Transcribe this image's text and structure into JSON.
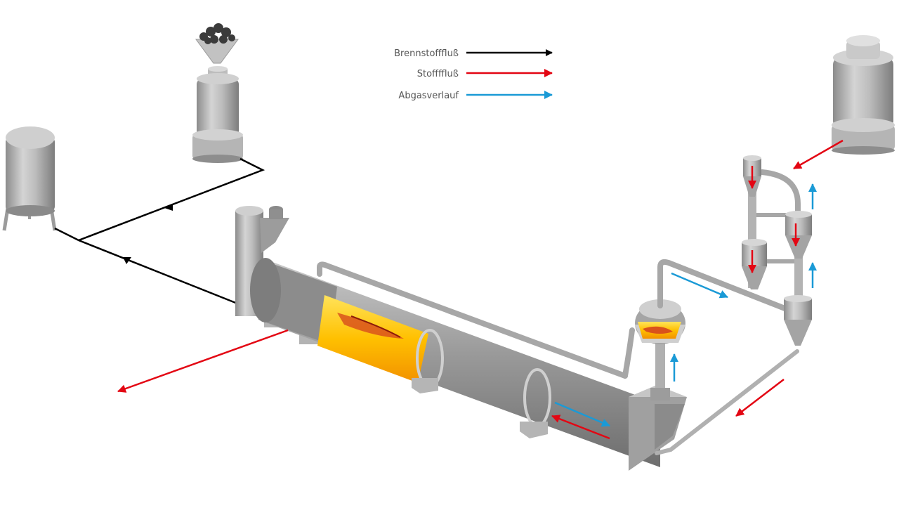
{
  "legend": {
    "items": [
      {
        "label": "Brennstofffluß",
        "color": "#000000"
      },
      {
        "label": "Stoffffluß",
        "color": "#e30613"
      },
      {
        "label": "Abgasverlauf",
        "color": "#1a9ad6"
      }
    ]
  },
  "colors": {
    "equipment_gray": "#a7a7a7",
    "equipment_light": "#d9d9d9",
    "flame_yellow": "#ffd200",
    "flame_orange": "#f39200"
  }
}
